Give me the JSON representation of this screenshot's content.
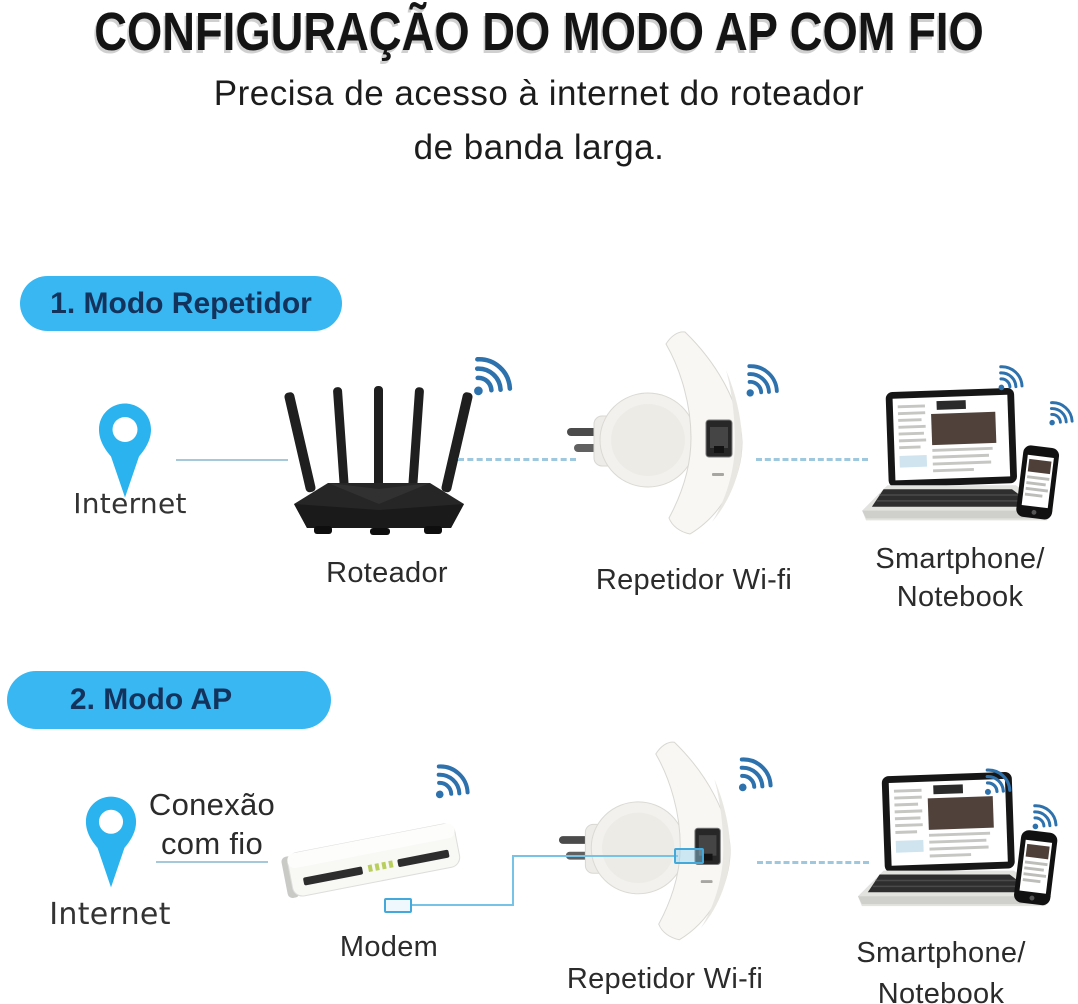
{
  "header": {
    "title": "CONFIGURAÇÃO DO MODO AP COM FIO",
    "subtitle_line1": "Precisa de acesso à internet do roteador",
    "subtitle_line2": "de banda larga."
  },
  "sections": [
    {
      "badge": "1. Modo Repetidor",
      "internet_label": "Internet",
      "device_label": "Roteador",
      "repeater_label": "Repetidor Wi-fi",
      "client_label_line1": "Smartphone/",
      "client_label_line2": "Notebook"
    },
    {
      "badge": "2. Modo AP",
      "internet_label": "Internet",
      "wired_label_line1": "Conexão",
      "wired_label_line2": "com fio",
      "device_label": "Modem",
      "repeater_label": "Repetidor Wi-fi",
      "client_label_line1": "Smartphone/",
      "client_label_line2": "Notebook"
    }
  ],
  "colors": {
    "badge_fill": "#38b7f2",
    "badge_text": "#14335c",
    "pin_blue": "#2ab3ef",
    "wifi_blue": "#2d71ad",
    "connector_line": "#a5c8da",
    "dashed_line": "#9ec8de",
    "wire_blue": "#76c3e6",
    "wire_connector_border": "#43a9da"
  },
  "icons": {
    "internet": "location-pin-icon",
    "wireless": "wifi-icon"
  }
}
